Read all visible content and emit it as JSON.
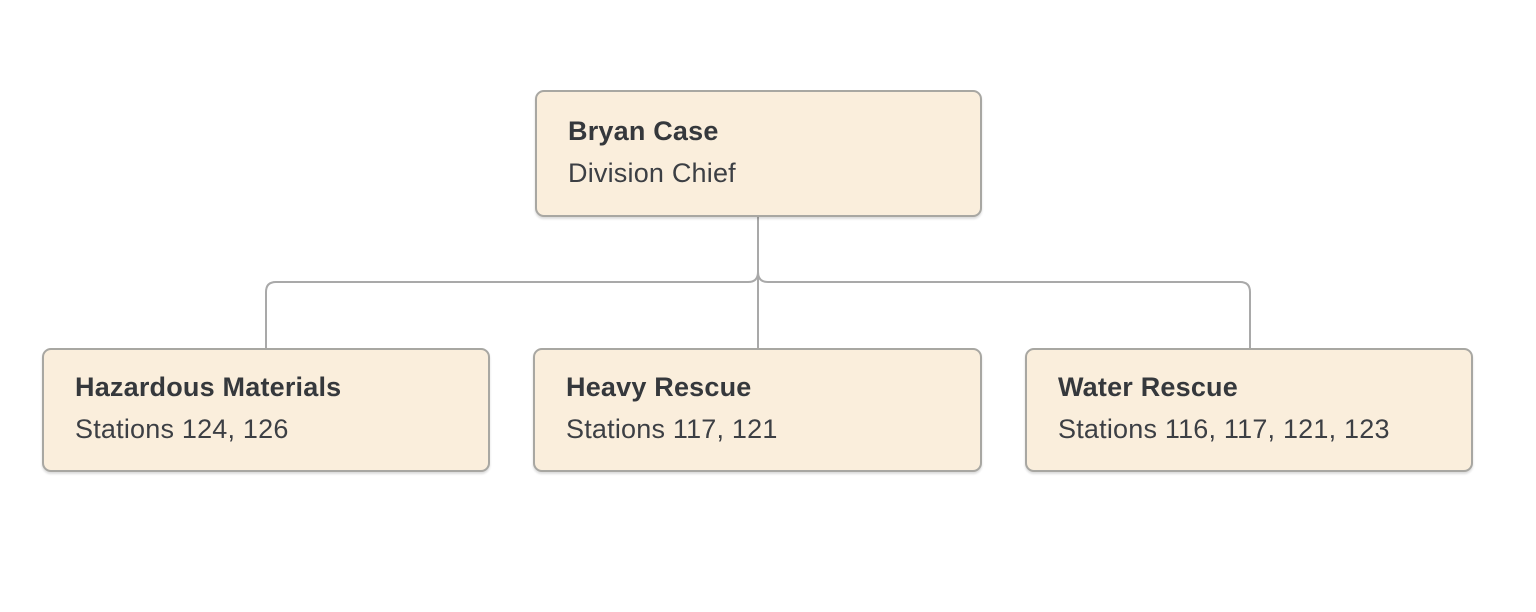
{
  "org_chart": {
    "type": "org-chart",
    "root": {
      "name": "Bryan Case",
      "subtitle": "Division Chief"
    },
    "children": [
      {
        "name": "Hazardous Materials",
        "subtitle": "Stations 124, 126"
      },
      {
        "name": "Heavy Rescue",
        "subtitle": "Stations 117, 121"
      },
      {
        "name": "Water Rescue",
        "subtitle": "Stations 116, 117, 121, 123"
      }
    ]
  },
  "colors": {
    "background": "#FFFFFF",
    "node_fill": "#FAEEDC",
    "node_border": "#A8A7A2",
    "connector_line": "#A9A9A9",
    "name_text": "#35383C",
    "subtitle_text": "#3C3F44"
  }
}
